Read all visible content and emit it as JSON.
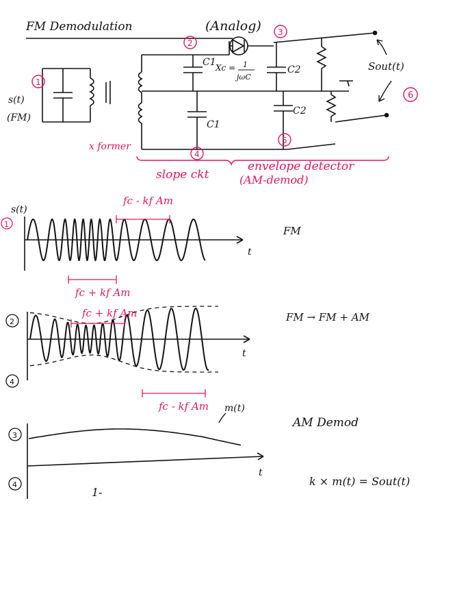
{
  "title": "FM Demodulation",
  "title_note": "(Analog)",
  "colors": {
    "ink": "#111111",
    "annot": "#e0185a"
  },
  "circuit": {
    "input_label": "s(t)",
    "input_sub": "(FM)",
    "transformer_label": "x former",
    "c1_top": "C1",
    "c1_bottom": "C1",
    "xc_label": "Xc =",
    "xc_num": "1",
    "xc_den": "jωC",
    "c2_top": "C2",
    "c2_bottom": "C2",
    "output_label": "Sout(t)",
    "slope_label": "slope ckt",
    "envelope_label": "envelope detector",
    "envelope_sub": "(AM-demod)",
    "nodes": [
      "1",
      "2",
      "3",
      "4",
      "5",
      "6"
    ]
  },
  "plot1": {
    "y_label": "s(t)",
    "node": "1",
    "t_label": "t",
    "name": "FM",
    "top_annot": "fc - kf Am",
    "bottom_annot": "fc + kf Am"
  },
  "plot2": {
    "node_top": "2",
    "node_bottom": "4",
    "t_label": "t",
    "name": "FM → FM + AM",
    "top_annot": "fc + kf Am",
    "bottom_annot": "fc - kf Am",
    "signal_label": "m(t)"
  },
  "plot3": {
    "node_top": "3",
    "node_bottom": "4",
    "t_label": "t",
    "name": "AM Demod",
    "axis_mark": "1-",
    "equation": "k × m(t) = Sout(t)"
  }
}
